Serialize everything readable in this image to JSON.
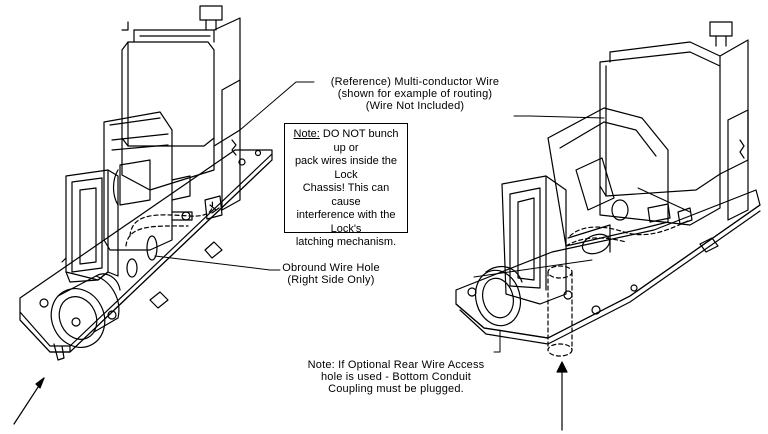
{
  "callouts": {
    "wire_ref_line1": "(Reference) Multi-conductor Wire",
    "wire_ref_line2": "(shown for example of routing)",
    "wire_ref_line3": "(Wire Not Included)",
    "obround_line1": "Obround Wire Hole",
    "obround_line2": "(Right Side Only)",
    "rear_note_line1": "Note: If Optional Rear Wire Access",
    "rear_note_line2": "hole is used - Bottom Conduit",
    "rear_note_line3": "Coupling must be plugged."
  },
  "note_box": {
    "heading": "Note:",
    "line1_rest": " DO NOT bunch up or",
    "line2": "pack wires inside the Lock",
    "line3": "Chassis!  This can cause",
    "line4": "interference with the Lock's",
    "line5": "latching mechanism."
  },
  "colors": {
    "ink": "#000000",
    "paper": "#ffffff"
  }
}
